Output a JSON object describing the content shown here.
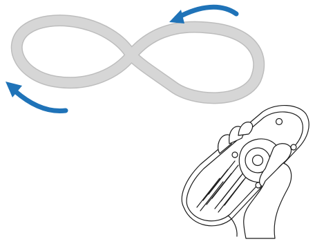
{
  "figure": {
    "infinity_path": {
      "color": "#d3d3d3",
      "outline": "#bcbcbc",
      "icon": "figure-eight-motion-path"
    },
    "arrows": {
      "color": "#1f73b8",
      "count": 2,
      "icons": [
        "curved-arrow-left-top",
        "curved-arrow-left-bottom"
      ]
    },
    "remote": {
      "icon": "tv-remote-control",
      "line_color": "#1a1a1a",
      "fill": "#ffffff"
    },
    "hand": {
      "icon": "hand-holding-remote"
    }
  }
}
